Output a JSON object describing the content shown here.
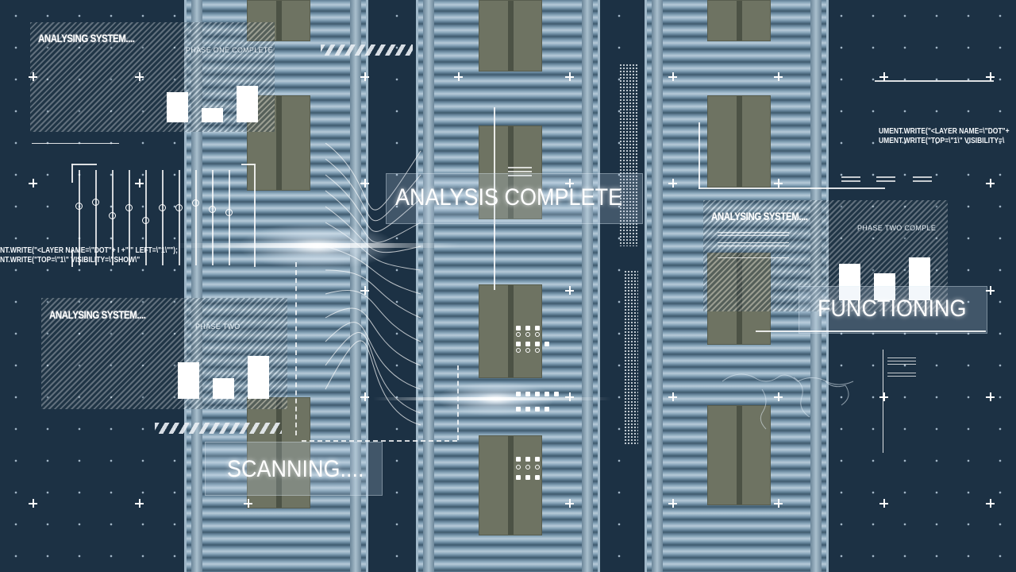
{
  "scene": {
    "background_color": "#1c3144",
    "accent_color": "#ffffff",
    "box_color": "#6e7362",
    "conveyor_color": "#8aa7bb"
  },
  "panels": {
    "top_left": {
      "title": "ANALYSING SYSTEM....",
      "phase": "PHASE ONE COMPLETE",
      "bars": [
        38,
        18,
        46
      ]
    },
    "mid_left": {
      "title": "ANALYSING SYSTEM....",
      "phase": "PHASE TWO",
      "bars": [
        46,
        26,
        54
      ]
    },
    "right": {
      "title": "ANALYSING SYSTEM....",
      "phase": "PHASE TWO COMPLE",
      "bars": [
        46,
        34,
        54
      ]
    }
  },
  "labels": {
    "analysis_complete": "ANALYSIS COMPLETE",
    "scanning": "SCANNING....",
    "functioning": "FUNCTIONING"
  },
  "code": {
    "left_line1": "NT.WRITE(\"<LAYER NAME=\\\"DOT\"+ I +\"\\\" LEFT=\\\"1\\\"\");",
    "left_line2": "NT.WRITE(\"TOP=\\\"1\\\" VISIBILITY=\\\"SHOW\\\"",
    "right_line1": "UMENT.WRITE(\"<LAYER NAME=\\\"DOT\"+",
    "right_line2": "UMENT.WRITE(\"TOP=\\\"1\\\" VISIBILITY=\\"
  },
  "icons": {
    "crosshair": "plus-marker",
    "sliders": "equalizer-sliders",
    "world_map": "world-map-outline"
  }
}
